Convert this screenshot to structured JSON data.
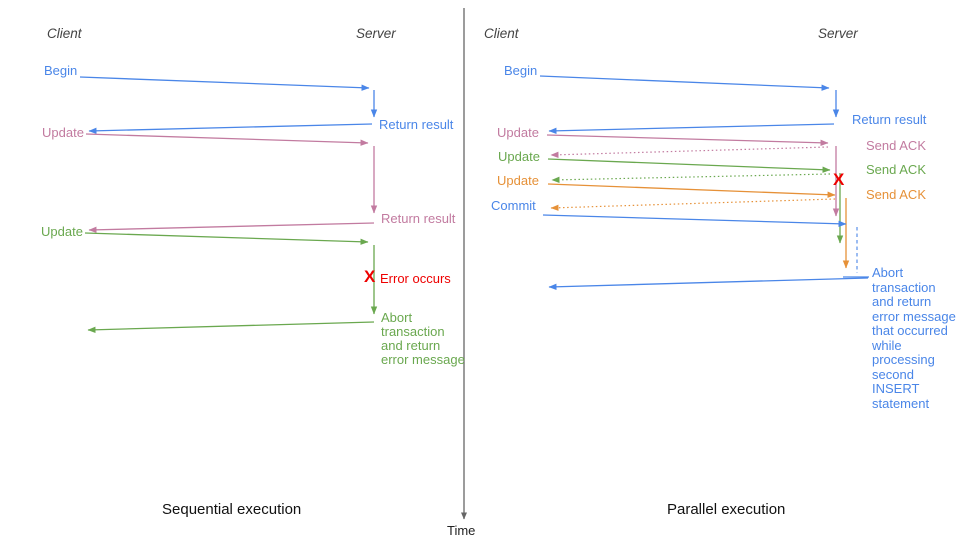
{
  "palette": {
    "blue": "#4a86e8",
    "pink": "#c27ba0",
    "green": "#6aa84f",
    "orange": "#e69138",
    "red": "#ee0000",
    "axis-gray": "#666666",
    "header-gray": "#434343",
    "caption-black": "#111111"
  },
  "timeline": {
    "time_label": "Time"
  },
  "left": {
    "caption": "Sequential execution",
    "client_label": "Client",
    "server_label": "Server",
    "begin_label": "Begin",
    "return_result_1": "Return result",
    "update_1": "Update",
    "return_result_2": "Return result",
    "update_2": "Update",
    "error_marker": "X",
    "error_label": "Error occurs",
    "abort_lines": [
      "Abort",
      "transaction",
      "and return",
      "error message"
    ]
  },
  "right": {
    "caption": "Parallel execution",
    "client_label": "Client",
    "server_label": "Server",
    "begin_label": "Begin",
    "return_result": "Return result",
    "update_1": "Update",
    "send_ack_1": "Send ACK",
    "update_2": "Update",
    "send_ack_2": "Send ACK",
    "update_3": "Update",
    "send_ack_3": "Send ACK",
    "error_marker": "X",
    "commit_label": "Commit",
    "abort_lines": [
      "Abort",
      "transaction",
      "and return",
      "error message",
      "that occurred",
      "while",
      "processing",
      "second",
      "INSERT",
      "statement"
    ]
  }
}
